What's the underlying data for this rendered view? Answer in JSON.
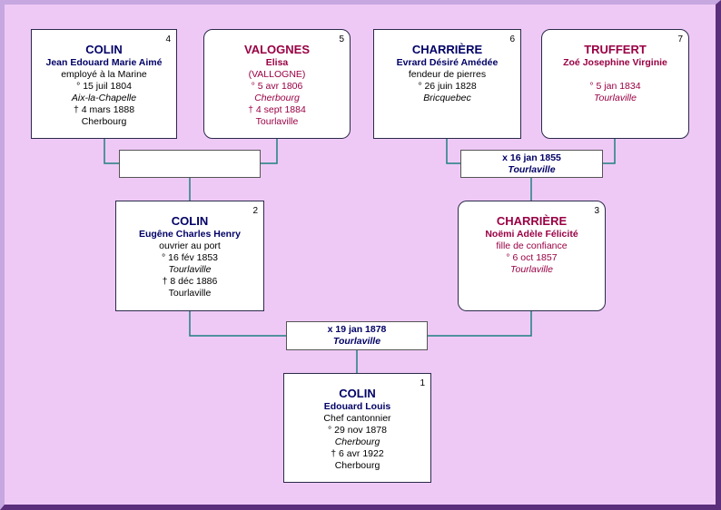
{
  "people": {
    "p1": {
      "number": "1",
      "surname": "COLIN",
      "given": "Edouard Louis",
      "lines": [
        {
          "t": "Chef cantonnier",
          "i": false
        },
        {
          "t": "° 29 nov 1878",
          "i": false
        },
        {
          "t": "Cherbourg",
          "i": true
        },
        {
          "t": "† 6 avr 1922",
          "i": false
        },
        {
          "t": "Cherbourg",
          "i": false
        }
      ]
    },
    "p2": {
      "number": "2",
      "surname": "COLIN",
      "given": "Eugêne Charles Henry",
      "lines": [
        {
          "t": "ouvrier au port",
          "i": false
        },
        {
          "t": "° 16 fév 1853",
          "i": false
        },
        {
          "t": "Tourlaville",
          "i": true
        },
        {
          "t": "† 8 déc 1886",
          "i": false
        },
        {
          "t": "Tourlaville",
          "i": false
        }
      ]
    },
    "p3": {
      "number": "3",
      "surname": "CHARRIÈRE",
      "given": "Noëmi Adèle Félicité",
      "lines": [
        {
          "t": "fille de confiance",
          "i": false
        },
        {
          "t": "° 6 oct 1857",
          "i": false
        },
        {
          "t": "Tourlaville",
          "i": true
        }
      ]
    },
    "p4": {
      "number": "4",
      "surname": "COLIN",
      "given": "Jean Edouard Marie Aimé",
      "lines": [
        {
          "t": "employé à la Marine",
          "i": false
        },
        {
          "t": "° 15 juil 1804",
          "i": false
        },
        {
          "t": "Aix-la-Chapelle",
          "i": true
        },
        {
          "t": "† 4 mars 1888",
          "i": false
        },
        {
          "t": "Cherbourg",
          "i": false
        }
      ]
    },
    "p5": {
      "number": "5",
      "surname": "VALOGNES",
      "given": "Elisa",
      "lines": [
        {
          "t": "(VALLOGNE)",
          "i": false
        },
        {
          "t": "° 5 avr 1806",
          "i": false
        },
        {
          "t": "Cherbourg",
          "i": true
        },
        {
          "t": "† 4 sept 1884",
          "i": false
        },
        {
          "t": "Tourlaville",
          "i": false
        }
      ]
    },
    "p6": {
      "number": "6",
      "surname": "CHARRIÈRE",
      "given": "Evrard Désiré Amédée",
      "lines": [
        {
          "t": "fendeur de pierres",
          "i": false
        },
        {
          "t": "° 26 juin 1828",
          "i": false
        },
        {
          "t": "Bricquebec",
          "i": true
        }
      ]
    },
    "p7": {
      "number": "7",
      "surname": "TRUFFERT",
      "given": "Zoé Josephine Virginie",
      "lines": [
        {
          "t": "",
          "i": false
        },
        {
          "t": "° 5 jan 1834",
          "i": false
        },
        {
          "t": "Tourlaville",
          "i": true
        }
      ]
    }
  },
  "marriages": {
    "m45": {
      "date": "",
      "place": ""
    },
    "m67": {
      "date": "x 16 jan 1855",
      "place": "Tourlaville"
    },
    "m23": {
      "date": "x 19 jan 1878",
      "place": "Tourlaville"
    }
  },
  "colors": {
    "male": "#000066",
    "female": "#990044",
    "link": "#1f8080",
    "background": "#efc9f6"
  }
}
